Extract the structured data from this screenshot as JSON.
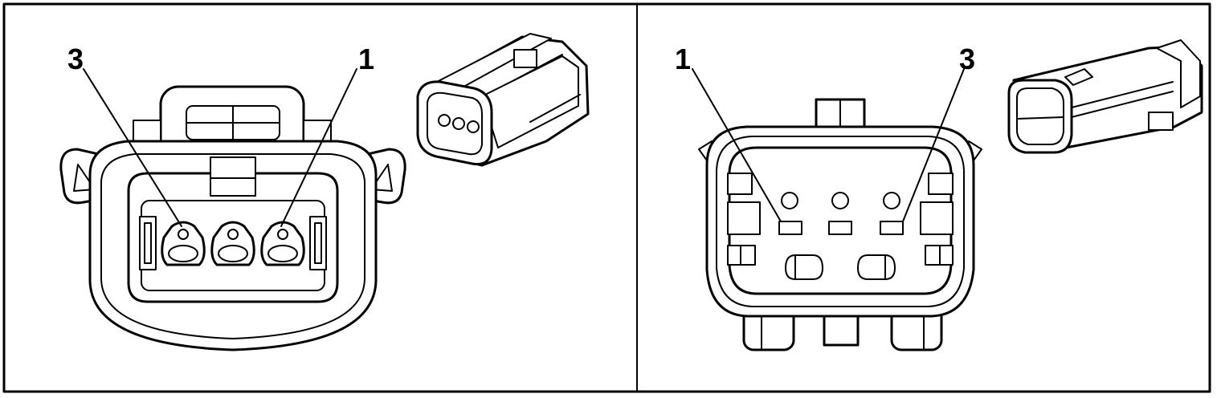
{
  "panels": [
    {
      "id": "left",
      "labels": {
        "pin_a": "3",
        "pin_b": "1"
      }
    },
    {
      "id": "right",
      "labels": {
        "pin_a": "1",
        "pin_b": "3"
      }
    }
  ]
}
